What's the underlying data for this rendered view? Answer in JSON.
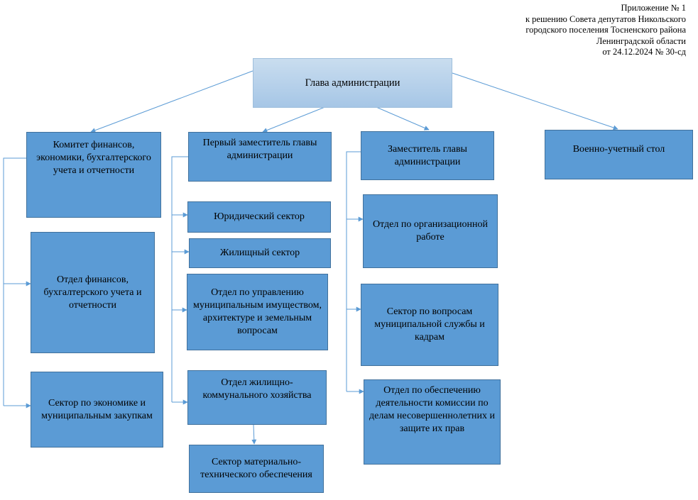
{
  "header": {
    "lines": [
      "Приложение № 1",
      "к решению Совета депутатов Никольского",
      "городского поселения Тосненского района",
      "Ленинградской области",
      "от 24.12.2024 № 30-сд"
    ]
  },
  "nodes": {
    "head": "Глава администрации",
    "committee": "Комитет финансов, экономики, бухгалтерского учета и отчетности",
    "finance_dept": "Отдел финансов, бухгалтерского учета и отчетности",
    "economy_sector": "Сектор по экономике и муниципальным закупкам",
    "first_deputy": "Первый заместитель главы администрации",
    "legal_sector": "Юридический сектор",
    "housing_sector": "Жилищный сектор",
    "property_dept": "Отдел по управлению муниципальным имуществом, архитектуре и земельным вопросам",
    "utilities_dept": "Отдел жилищно-коммунального хозяйства",
    "logistics_sector": "Сектор материально-технического обеспечения",
    "deputy": "Заместитель главы администрации",
    "org_dept": "Отдел по организационной работе",
    "civil_service_sector": "Сектор по вопросам муниципальной службы и кадрам",
    "minors_dept": "Отдел по обеспечению деятельности комиссии по делам несовершеннолетних и защите их прав",
    "military_desk": "Военно-учетный стол"
  },
  "colors": {
    "box_fill": "#5b9bd5",
    "box_border": "#41719c",
    "head_fill": "#b4cfea",
    "connector": "#5b9bd5"
  }
}
